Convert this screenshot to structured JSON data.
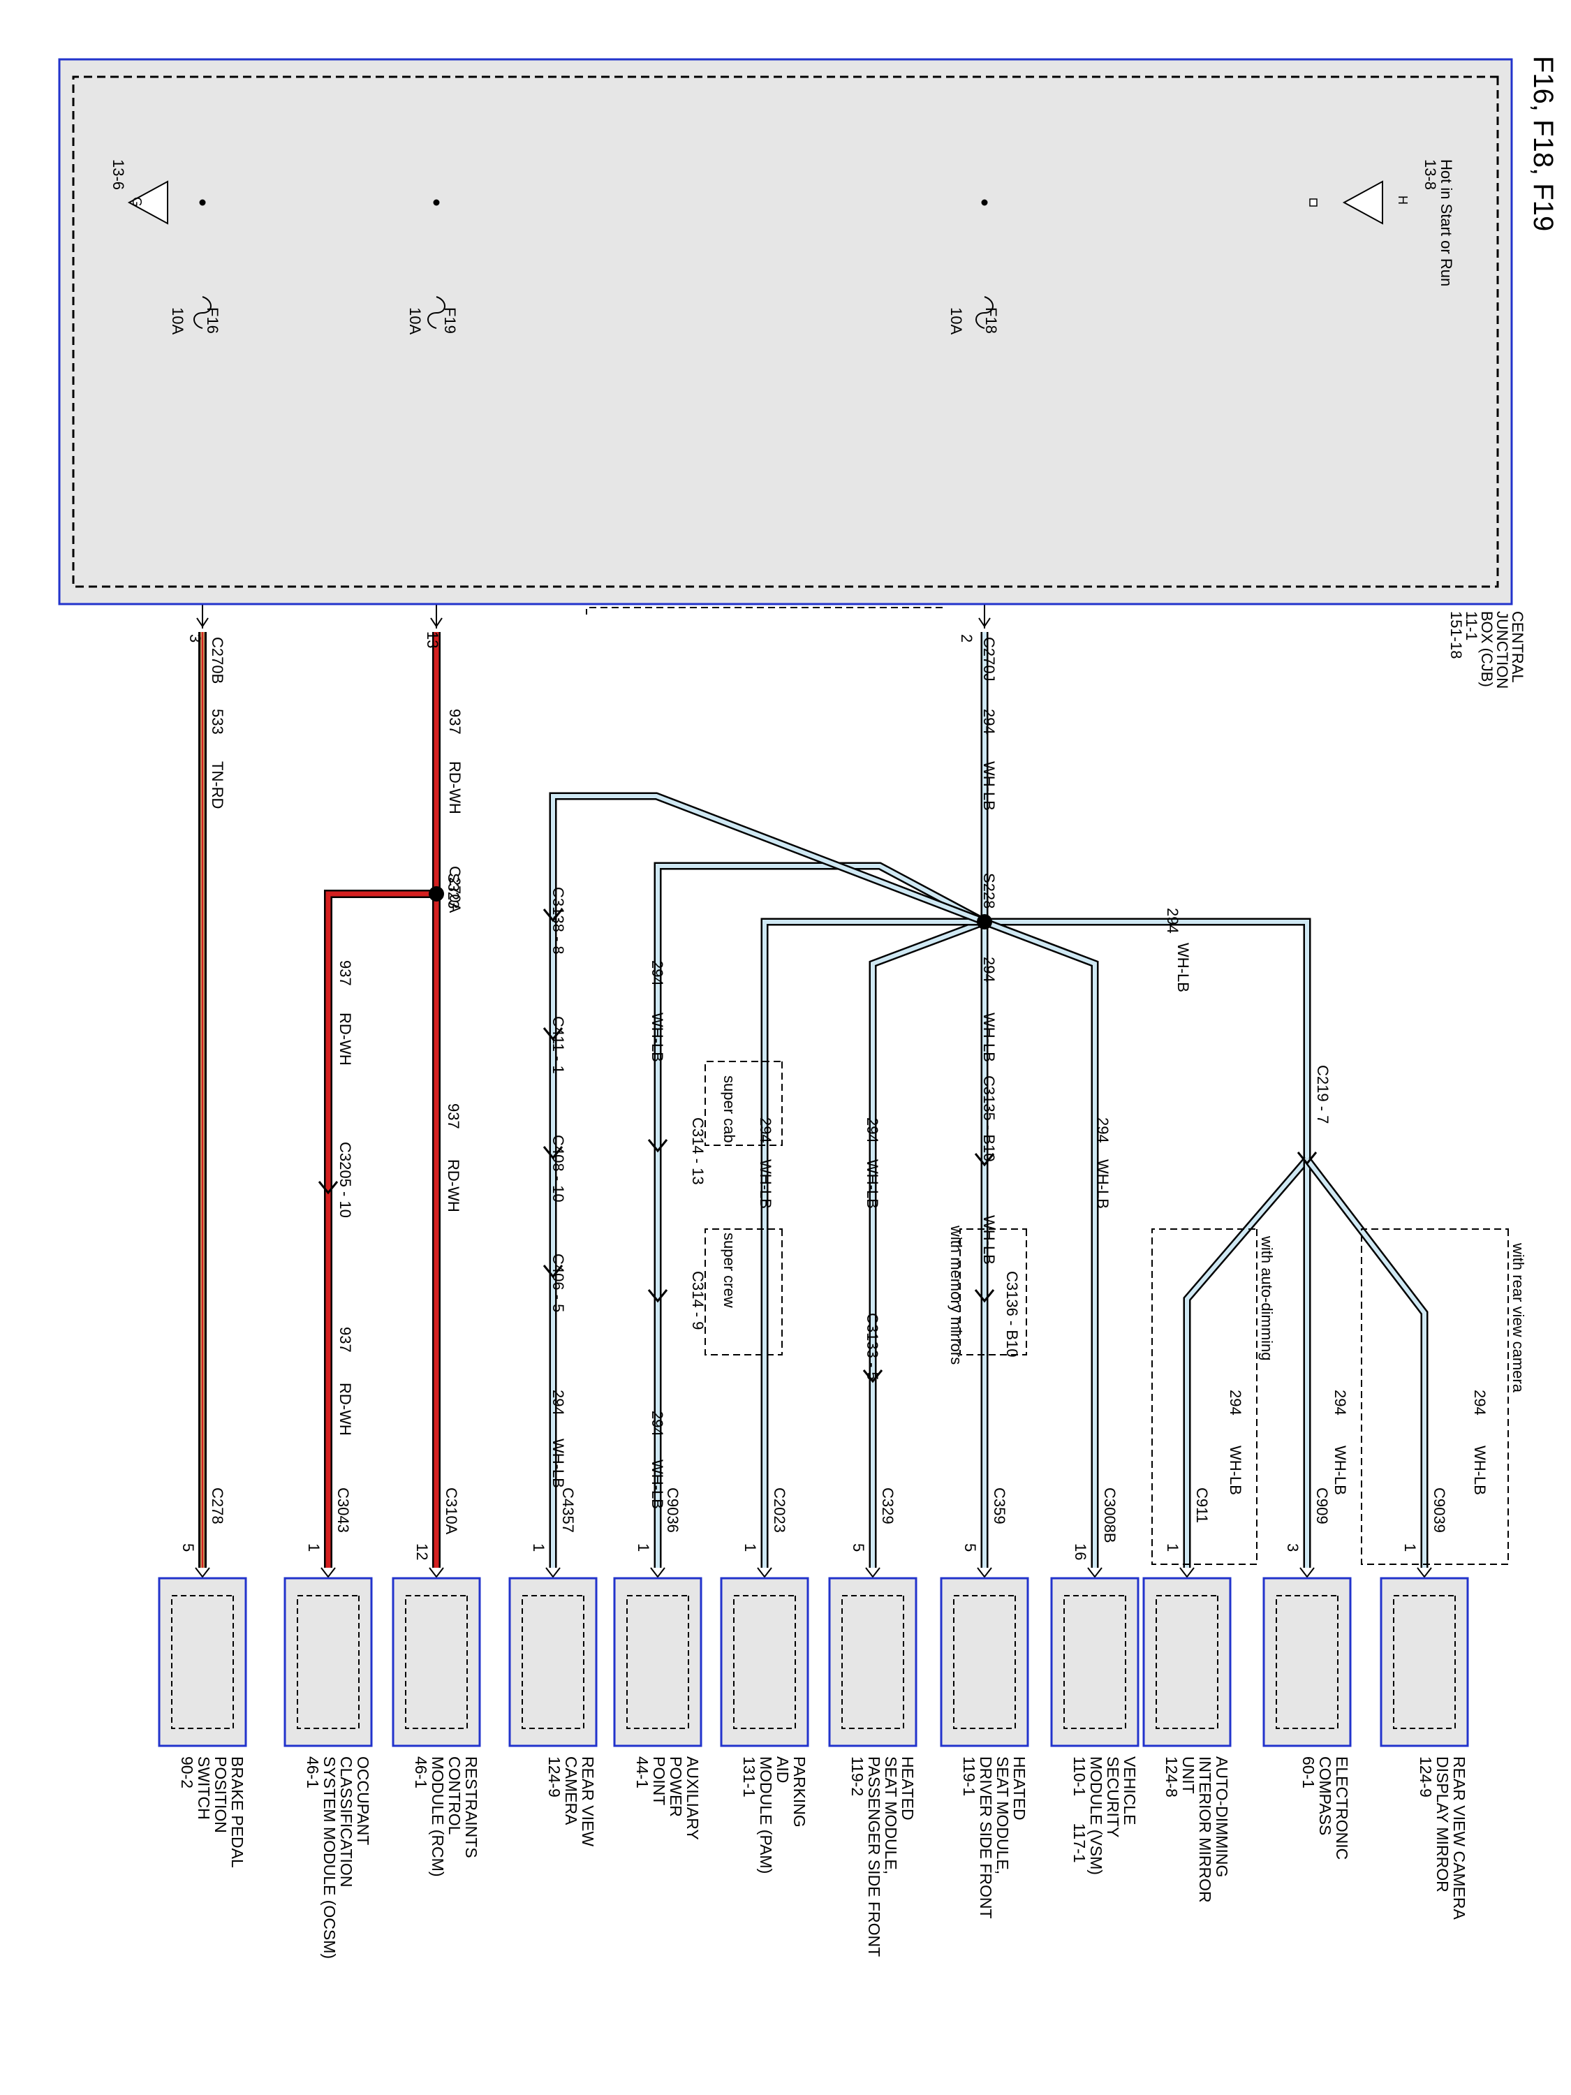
{
  "title": "F16, F18, F19",
  "cjb": {
    "label_lines": [
      "CENTRAL",
      "JUNCTION",
      "BOX (CJB)",
      "11-1",
      "151-18"
    ],
    "hot_label": "Hot in Start or Run",
    "hot_ref": "13-8",
    "hot_sym": "H",
    "ground_ref": "13-6",
    "ground_sym": "G"
  },
  "fuses": [
    {
      "name": "F18",
      "rating": "10A"
    },
    {
      "name": "F19",
      "rating": "10A"
    },
    {
      "name": "F16",
      "rating": "10A"
    }
  ],
  "cjb_pins": [
    {
      "conn": "C270J",
      "pin": "2"
    },
    {
      "conn": "C270A",
      "pin": "13"
    },
    {
      "conn": "C270B",
      "pin": "3"
    }
  ],
  "wires": {
    "w294": [
      "294",
      "WH-LB"
    ],
    "w937": [
      "937",
      "RD-WH"
    ],
    "w533": [
      "533",
      "TN-RD"
    ]
  },
  "splices": [
    "S228",
    "S323"
  ],
  "inline_connectors": [
    "C3138 - 8",
    "C411 - 1",
    "C408 - 10",
    "C406 - 5",
    "C314 - 13",
    "C314 - 9",
    "C3133 - 5",
    "C3135 - B10",
    "C3136 - B10",
    "C219 - 7",
    "C3205 - 10"
  ],
  "options": [
    "super cab",
    "super crew",
    "with memory mirrors",
    "with auto-dimming",
    "with rear view camera"
  ],
  "modules": [
    {
      "name": "REAR VIEW CAMERA\nDISPLAY MIRROR\n124-9",
      "conn": "C9039",
      "pin": "1"
    },
    {
      "name": "ELECTRONIC\nCOMPASS\n60-1",
      "conn": "C909",
      "pin": "3"
    },
    {
      "name": "AUTO-DIMMING\nINTERIOR MIRROR\nUNIT\n124-8",
      "conn": "C911",
      "pin": "1"
    },
    {
      "name": "VEHICLE\nSECURITY\nMODULE (VSM)\n110-1      117-1",
      "conn": "C3008B",
      "pin": "16"
    },
    {
      "name": "HEATED\nSEAT MODULE,\nDRIVER SIDE FRONT\n119-1",
      "conn": "C359",
      "pin": "5"
    },
    {
      "name": "HEATED\nSEAT MODULE,\nPASSENGER SIDE FRONT\n119-2",
      "conn": "C329",
      "pin": "5"
    },
    {
      "name": "PARKING\nAID\nMODULE (PAM)\n131-1",
      "conn": "C2023",
      "pin": "1"
    },
    {
      "name": "AUXILIARY\nPOWER\nPOINT\n44-1",
      "conn": "C9036",
      "pin": "1"
    },
    {
      "name": "REAR VIEW\nCAMERA\n124-9",
      "conn": "C4357",
      "pin": "1"
    },
    {
      "name": "RESTRAINTS\nCONTROL\nMODULE (RCM)\n46-1",
      "conn": "C310A",
      "pin": "12"
    },
    {
      "name": "OCCUPANT\nCLASSIFICATION\nSYSTEM MODULE (OCSM)\n46-1",
      "conn": "C3043",
      "pin": "1"
    },
    {
      "name": "BRAKE PEDAL\nPOSITION\nSWITCH\n90-2",
      "conn": "C278",
      "pin": "5"
    }
  ],
  "colors": {
    "frame_blue": "#2233cc",
    "box_fill": "#e6e6e6",
    "wire_wh_lb_fill": "#cfe8f3",
    "wire_rd": "#d42020",
    "wire_tn": "#c98a5a"
  }
}
